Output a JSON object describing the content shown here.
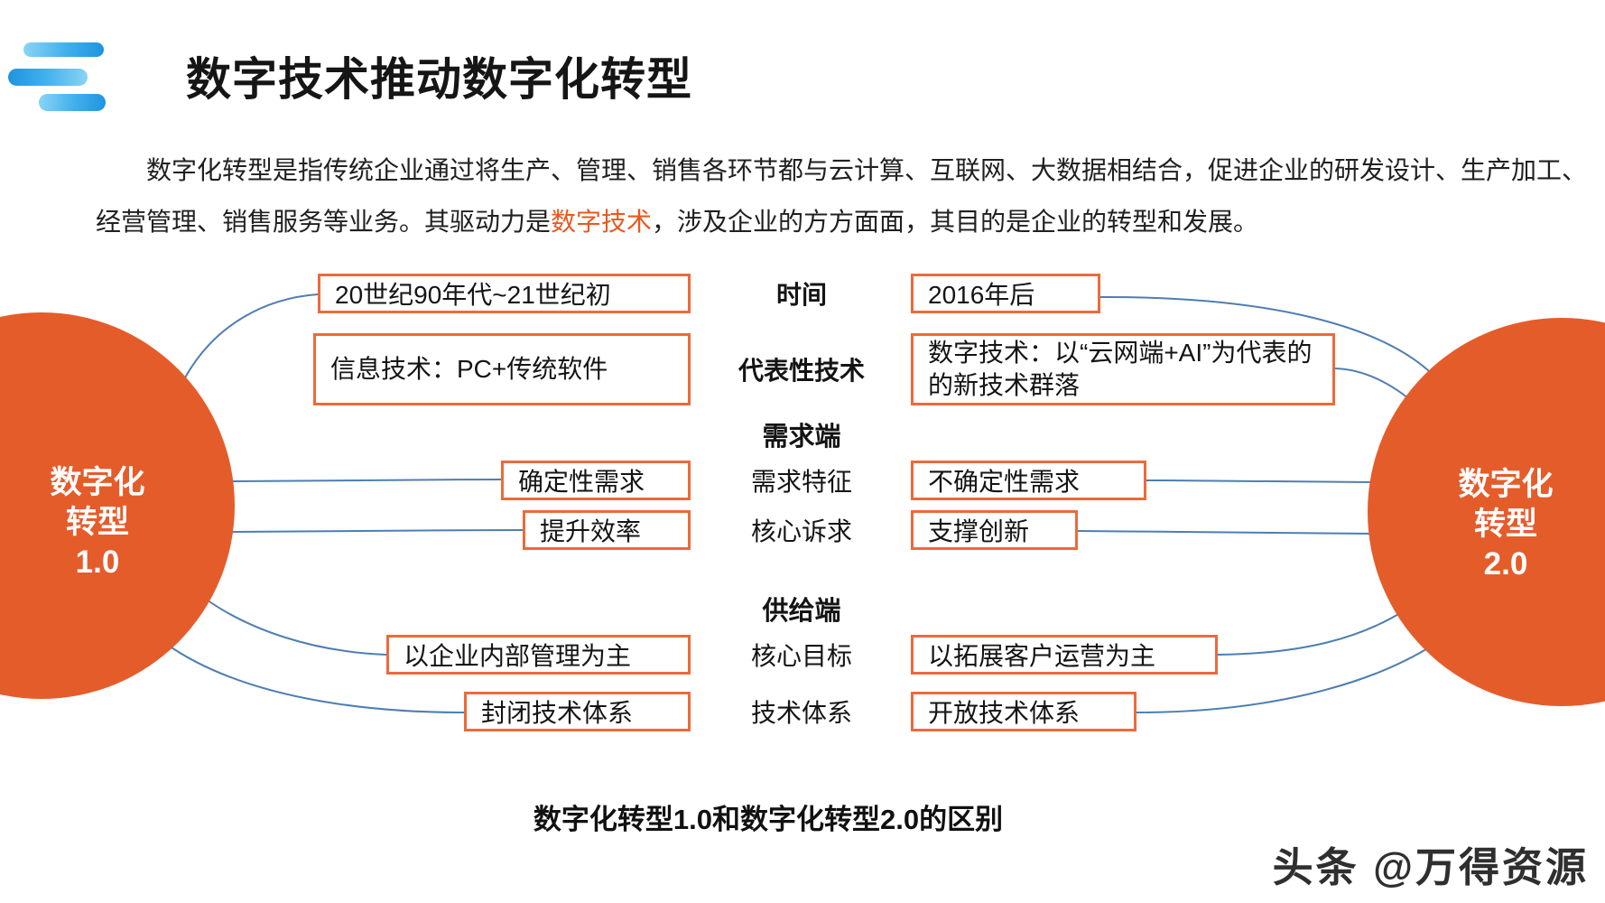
{
  "page": {
    "title": "数字技术推动数字化转型",
    "caption": "数字化转型1.0和数字化转型2.0的区别",
    "watermark": "头条 @万得资源"
  },
  "intro": {
    "line1": "数字化转型是指传统企业通过将生产、管理、销售各环节都与云计算、互联网、大数据相结合，促进企业的研发设计、生产加工、",
    "line2_pre": "经营管理、销售服务等业务。其驱动力是",
    "highlight": "数字技术",
    "line2_post": "，涉及企业的方方面面，其目的是企业的转型和发展。"
  },
  "diagram": {
    "left_circle": {
      "line1": "数字化",
      "line2": "转型",
      "line3": "1.0"
    },
    "right_circle": {
      "line1": "数字化",
      "line2": "转型",
      "line3": "2.0"
    },
    "section_demand": "需求端",
    "section_supply": "供给端",
    "rows": {
      "time": {
        "label": "时间",
        "left": "20世纪90年代~21世纪初",
        "right": "2016年后"
      },
      "tech": {
        "label": "代表性技术",
        "left": "信息技术：PC+传统软件",
        "right": "数字技术：以“云网端+AI”为代表的的新技术群落"
      },
      "demand_feature": {
        "label": "需求特征",
        "left": "确定性需求",
        "right": "不确定性需求"
      },
      "core_appeal": {
        "label": "核心诉求",
        "left": "提升效率",
        "right": "支撑创新"
      },
      "core_goal": {
        "label": "核心目标",
        "left": "以企业内部管理为主",
        "right": "以拓展客户运营为主"
      },
      "tech_system": {
        "label": "技术体系",
        "left": "封闭技术体系",
        "right": "开放技术体系"
      }
    }
  },
  "colors": {
    "accent_orange": "#E8581F",
    "box_border": "#ED6A3A",
    "circle_fill": "#E55C2B",
    "connector_blue": "#4E7EB2",
    "logo_blue_light": "#8AD4F5",
    "logo_blue_dark": "#1E93E0"
  }
}
